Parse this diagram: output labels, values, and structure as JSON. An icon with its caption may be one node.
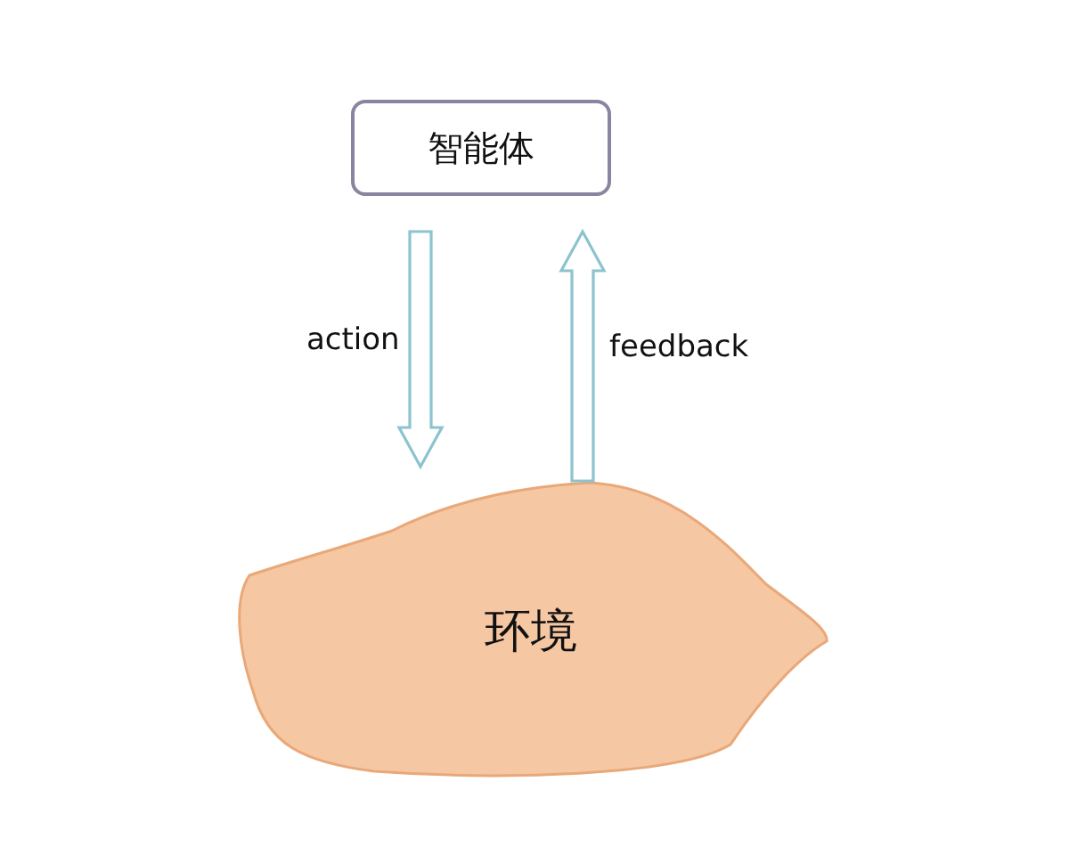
{
  "diagram": {
    "nodes": [
      {
        "text": [
          "智能体"
        ]
      },
      {
        "text": [
          "环境"
        ]
      }
    ],
    "edges": [
      {
        "from": 0,
        "to": 1,
        "arrow": "to",
        "label": "action"
      },
      {
        "from": 1,
        "to": 0,
        "arrow": "to",
        "label": "feedback"
      }
    ]
  }
}
